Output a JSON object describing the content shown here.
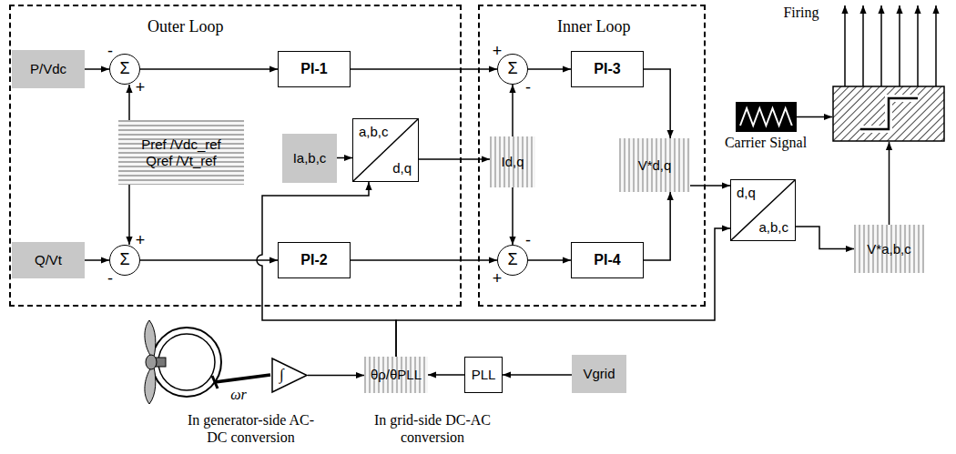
{
  "diagram": {
    "nodes": [
      {
        "text": [
          "Outer Loop"
        ]
      },
      {
        "text": [
          "P/Vdc"
        ],
        "in": 0
      },
      {
        "text": [
          "Σ"
        ],
        "in": 0
      },
      {
        "text": [
          "PI-1"
        ],
        "in": 0
      },
      {
        "text": [
          "Pref /Vdc_ref Qref /Vt_ref"
        ],
        "in": 0
      },
      {
        "text": [
          "Ia,b,c"
        ],
        "in": 0
      },
      {
        "text": [
          "a,b,c",
          "d,q"
        ],
        "in": 0
      },
      {
        "text": [
          "Q/Vt"
        ],
        "in": 0
      },
      {
        "text": [
          "Σ"
        ],
        "in": 0
      },
      {
        "text": [
          "PI-2"
        ],
        "in": 0
      },
      {
        "text": [
          "Inner Loop"
        ]
      },
      {
        "text": [
          "Σ"
        ],
        "in": 10
      },
      {
        "text": [
          "PI-3"
        ],
        "in": 10
      },
      {
        "text": [
          "Id,q"
        ],
        "in": 10
      },
      {
        "text": [
          "V*d,q"
        ],
        "in": 10
      },
      {
        "text": [
          "Σ"
        ],
        "in": 10
      },
      {
        "text": [
          "PI-4"
        ],
        "in": 10
      },
      {
        "text": [
          "Carrier Signal"
        ]
      },
      {
        "text": [
          "d,q",
          "a,b,c"
        ]
      },
      {
        "text": [
          "V*a,b,c"
        ]
      },
      {
        "text": [
          "∫"
        ]
      },
      {
        "text": [
          "θρ/θPLL"
        ]
      },
      {
        "text": [
          "PLL"
        ]
      },
      {
        "text": [
          "Vgrid"
        ]
      }
    ],
    "edges": [
      {
        "from": 1,
        "to": 2,
        "arrow": "to"
      },
      {
        "from": 4,
        "to": 2,
        "arrow": "to"
      },
      {
        "from": 4,
        "to": 8,
        "arrow": "to"
      },
      {
        "from": 7,
        "to": 8,
        "arrow": "to"
      },
      {
        "from": 2,
        "to": 3,
        "arrow": "to"
      },
      {
        "from": 8,
        "to": 9,
        "arrow": "to"
      },
      {
        "from": 3,
        "to": 11,
        "arrow": "to"
      },
      {
        "from": 9,
        "to": 15,
        "arrow": "to"
      },
      {
        "from": 5,
        "to": 6,
        "arrow": "to"
      },
      {
        "from": 6,
        "to": 13,
        "arrow": "to"
      },
      {
        "from": 13,
        "to": 11,
        "arrow": "to"
      },
      {
        "from": 13,
        "to": 15,
        "arrow": "to"
      },
      {
        "from": 11,
        "to": 12,
        "arrow": "to"
      },
      {
        "from": 15,
        "to": 16,
        "arrow": "to"
      },
      {
        "from": 12,
        "to": 14,
        "arrow": "to"
      },
      {
        "from": 16,
        "to": 14,
        "arrow": "to"
      },
      {
        "from": 14,
        "to": 18,
        "arrow": "to"
      },
      {
        "from": 18,
        "to": 19,
        "arrow": "to"
      },
      {
        "from": 21,
        "to": 6,
        "arrow": "to"
      },
      {
        "from": 21,
        "to": 18,
        "arrow": "to"
      },
      {
        "from": 22,
        "to": 21,
        "arrow": "to"
      },
      {
        "from": 23,
        "to": 22,
        "arrow": "to"
      },
      {
        "from": 20,
        "to": 21,
        "arrow": "to"
      }
    ],
    "labels": [
      "-",
      "+",
      "+",
      "-",
      "+",
      "-",
      "-",
      "+",
      "Firing",
      "ωr",
      "In generator-side AC-DC conversion",
      "In grid-side DC-AC conversion"
    ]
  }
}
